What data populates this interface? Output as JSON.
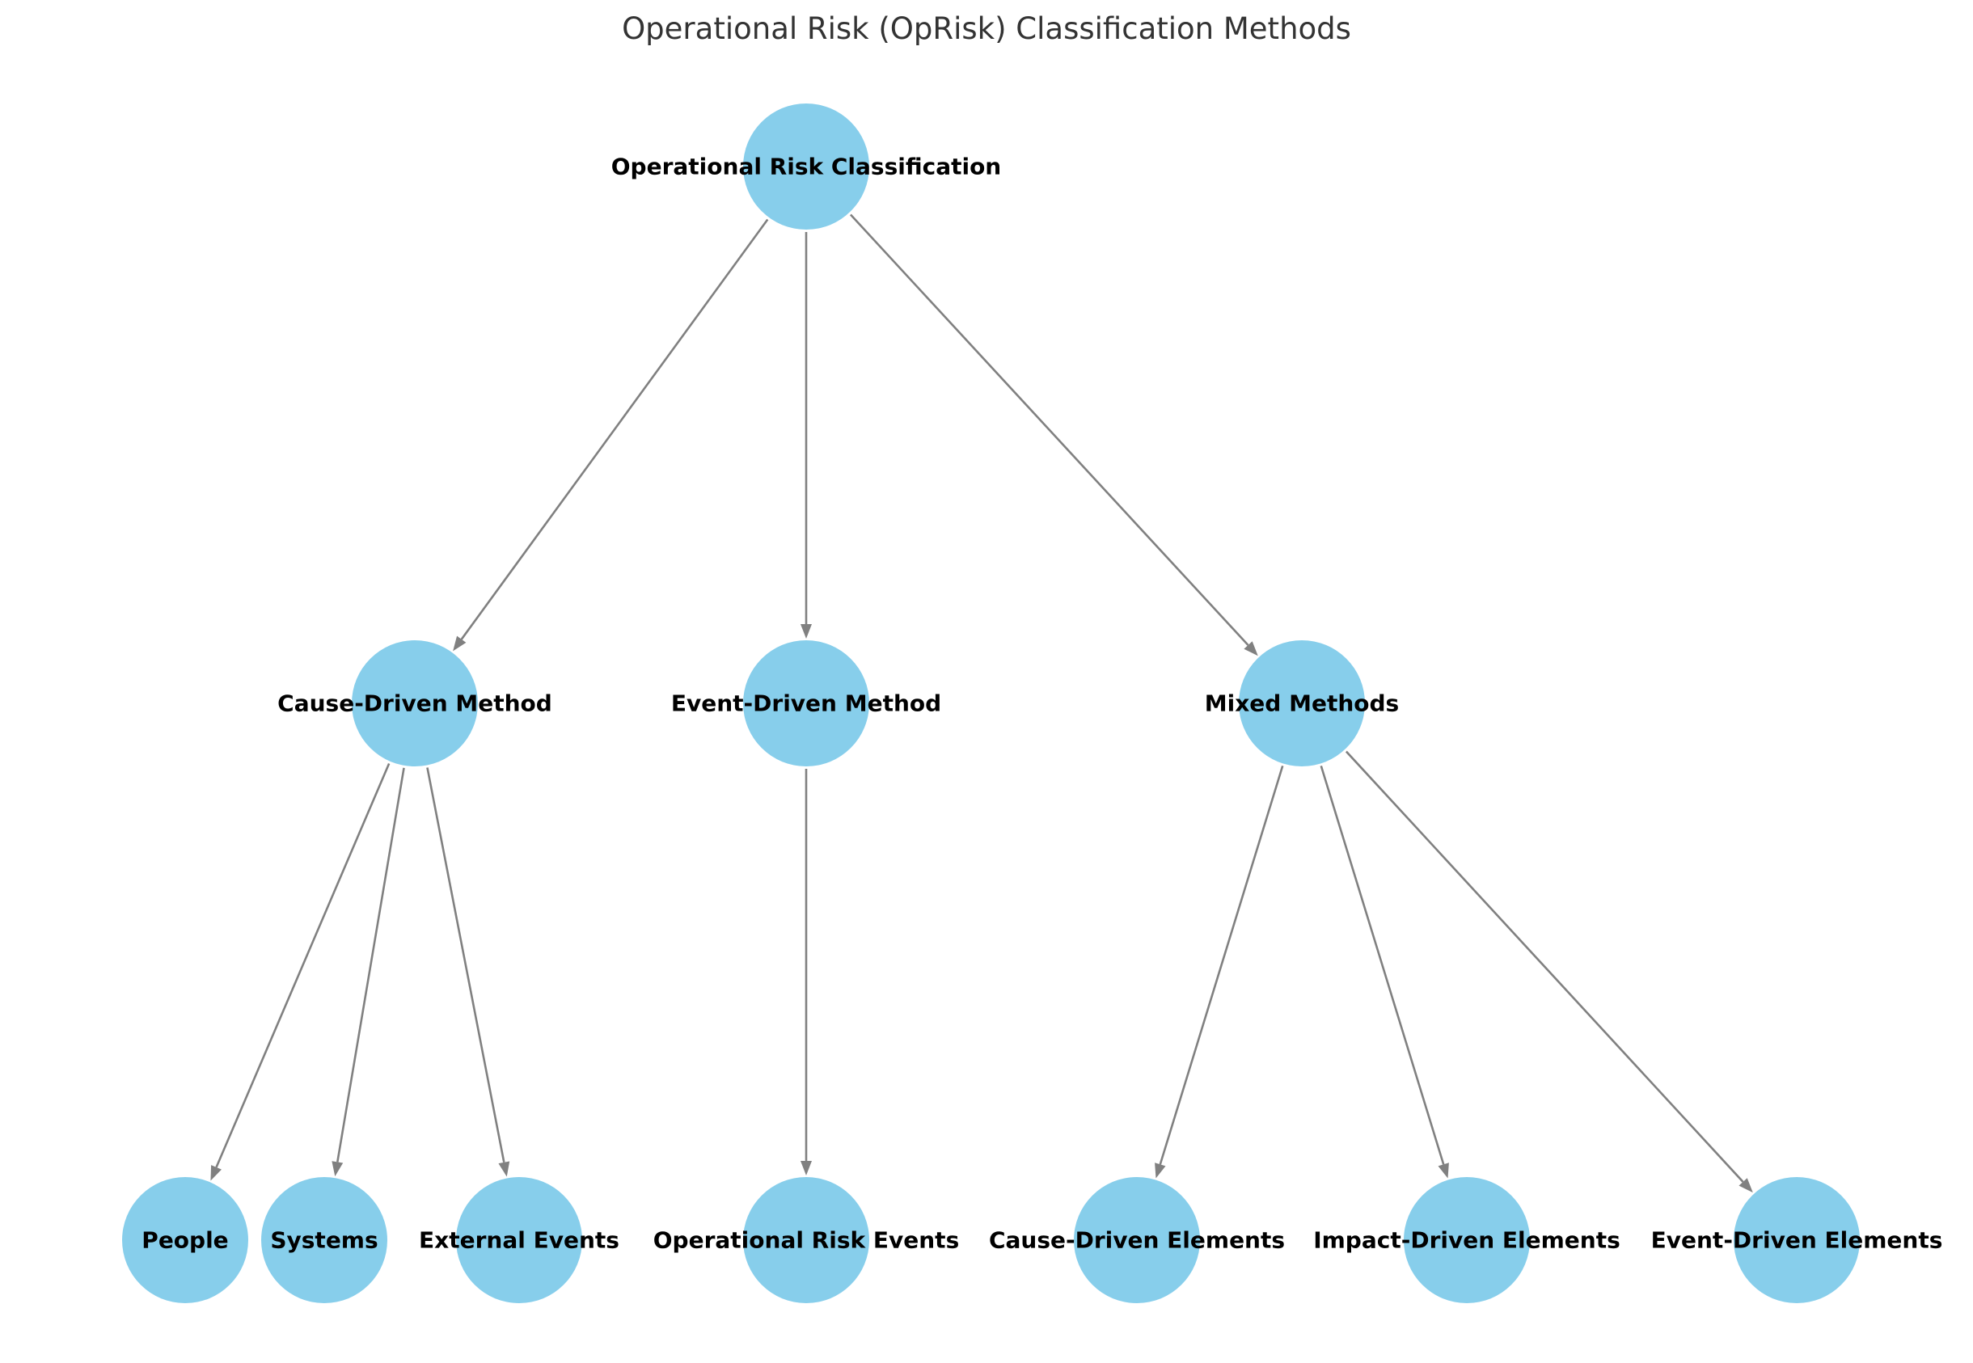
{
  "title": "Operational Risk (OpRisk) Classification Methods",
  "colors": {
    "node_fill": "#87CEEB",
    "edge": "#808080",
    "label": "#000000",
    "title": "#333333"
  },
  "nodes": {
    "root": {
      "label": "Operational Risk Classification"
    },
    "cause_driven": {
      "label": "Cause-Driven Method"
    },
    "event_driven": {
      "label": "Event-Driven Method"
    },
    "mixed": {
      "label": "Mixed Methods"
    },
    "people": {
      "label": "People"
    },
    "systems": {
      "label": "Systems"
    },
    "external_events": {
      "label": "External Events"
    },
    "oprisk_events": {
      "label": "Operational Risk Events"
    },
    "cause_elements": {
      "label": "Cause-Driven Elements"
    },
    "impact_elements": {
      "label": "Impact-Driven Elements"
    },
    "event_elements": {
      "label": "Event-Driven Elements"
    }
  },
  "edges": [
    {
      "from": "root",
      "to": "cause_driven"
    },
    {
      "from": "root",
      "to": "event_driven"
    },
    {
      "from": "root",
      "to": "mixed"
    },
    {
      "from": "cause_driven",
      "to": "people"
    },
    {
      "from": "cause_driven",
      "to": "systems"
    },
    {
      "from": "cause_driven",
      "to": "external_events"
    },
    {
      "from": "event_driven",
      "to": "oprisk_events"
    },
    {
      "from": "mixed",
      "to": "cause_elements"
    },
    {
      "from": "mixed",
      "to": "impact_elements"
    },
    {
      "from": "mixed",
      "to": "event_elements"
    }
  ]
}
